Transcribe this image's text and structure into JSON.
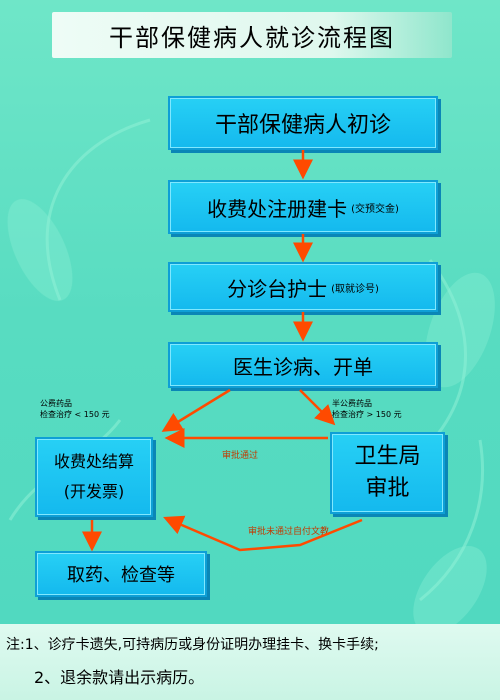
{
  "title": "干部保健病人就诊流程图",
  "steps": {
    "first_visit": "干部保健病人初诊",
    "registration": "收费处注册建卡",
    "registration_note": "(交预交金)",
    "triage": "分诊台护士",
    "triage_note": "(取就诊号)",
    "doctor": "医生诊病、开单",
    "billing_line1": "收费处结算",
    "billing_line2": "(开发票)",
    "health_bureau_line1": "卫生局",
    "health_bureau_line2": "审批",
    "pickup": "取药、检查等"
  },
  "labels": {
    "left_line1": "公费药品",
    "left_line2": "检查治疗 < 150 元",
    "right_line1": "半公费药品",
    "right_line2": "检查治疗 > 150 元",
    "approved": "审批通过",
    "not_approved": "审批未通过自付文教"
  },
  "notes": {
    "note1": "注:1、诊疗卡遗失,可持病历或身份证明办理挂卡、换卡手续;",
    "note2": "2、退余款请出示病历。"
  },
  "colors": {
    "background": "#58dcc1",
    "box": "#1cc3f2",
    "arrow": "#ff4a00"
  }
}
